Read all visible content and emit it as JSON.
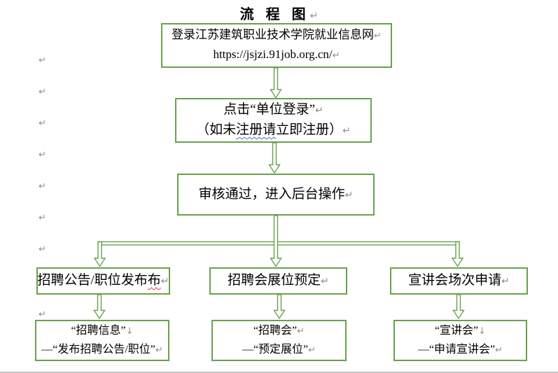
{
  "title": {
    "text": "流 程 图"
  },
  "marks": {
    "return": "↵",
    "soft_break": "↓"
  },
  "colors": {
    "green": "#69A14E",
    "mark_gray": "#8f8f8f",
    "squiggle_blue": "#4472C4",
    "squiggle_red": "#E03C31"
  },
  "boxes": {
    "login": {
      "line1": "登录江苏建筑职业技术学院就业信息网",
      "line2": "https://jsjzi.91job.org.cn/"
    },
    "unit_login": {
      "line1": "点击“单位登录”",
      "line2_pre": "（如未",
      "line2_wavy": "注册请",
      "line2_post": "立即注册）"
    },
    "review": {
      "line1": "审核通过，进入后台操作"
    },
    "branch_left": {
      "text_pre": "招聘公告/职位发布",
      "text_wavy": "布"
    },
    "branch_mid": {
      "text": "招聘会展位预定"
    },
    "branch_right": {
      "text": "宣讲会场次申请"
    },
    "leaf_left": {
      "line1": "“招聘信息”",
      "line2": "—“发布招聘公告/职位”"
    },
    "leaf_mid": {
      "line1": "“招聘会”",
      "line2": "—“预定展位”"
    },
    "leaf_right": {
      "line1": "“宣讲会”",
      "line2": "—“申请宣讲会”"
    }
  },
  "margin_marks": {
    "symbol": "↵",
    "x": 55,
    "tops": [
      80,
      125,
      170,
      215,
      260,
      305,
      350,
      443
    ]
  }
}
